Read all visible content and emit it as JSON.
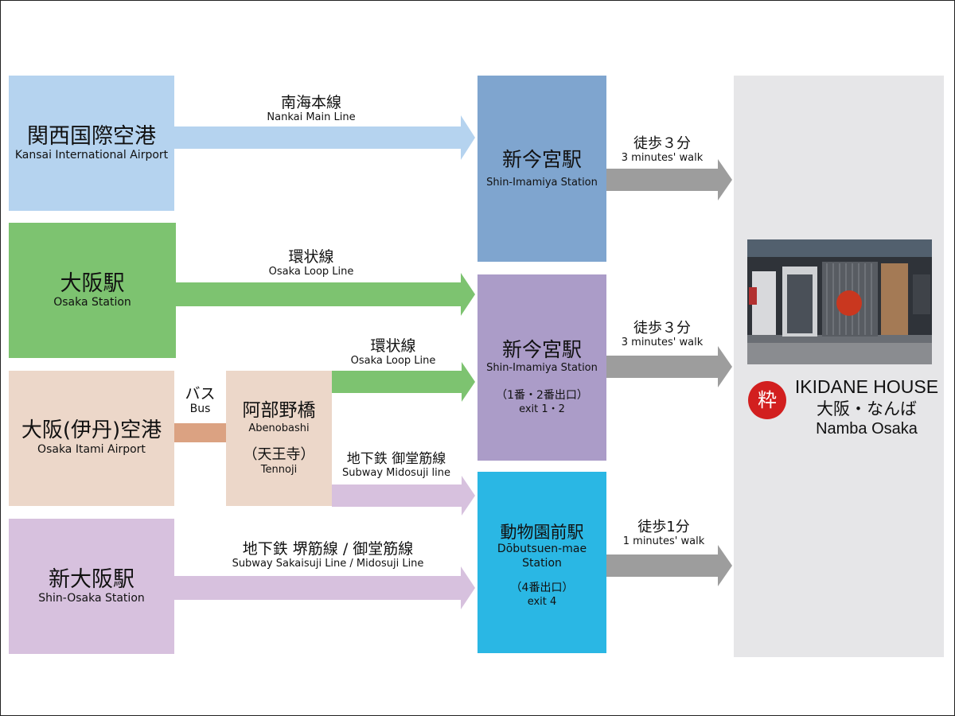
{
  "origins": {
    "kansai": {
      "jp": "関西国際空港",
      "en": "Kansai International Airport"
    },
    "osaka": {
      "jp": "大阪駅",
      "en": "Osaka Station"
    },
    "itami": {
      "jp": "大阪(伊丹)空港",
      "en": "Osaka Itami Airport"
    },
    "shin_osaka": {
      "jp": "新大阪駅",
      "en": "Shin-Osaka Station"
    }
  },
  "abenobashi": {
    "jp": "阿部野橋",
    "en": "Abenobashi",
    "jp2": "（天王寺）",
    "en2": "Tennoji"
  },
  "stations": {
    "shin_imamiya_1": {
      "jp": "新今宮駅",
      "en": "Shin-Imamiya Station"
    },
    "shin_imamiya_2": {
      "jp": "新今宮駅",
      "en": "Shin-Imamiya Station",
      "exit_jp": "（1番・2番出口）",
      "exit_en": "exit 1・2"
    },
    "dobutsuen": {
      "jp": "動物園前駅",
      "en1": "Dōbutsuen-mae",
      "en2": "Station",
      "exit_jp": "（4番出口）",
      "exit_en": "exit 4"
    }
  },
  "routes": {
    "nankai": {
      "jp": "南海本線",
      "en": "Nankai Main Line"
    },
    "loop1": {
      "jp": "環状線",
      "en": "Osaka Loop Line"
    },
    "loop2": {
      "jp": "環状線",
      "en": "Osaka Loop Line"
    },
    "bus": {
      "jp": "バス",
      "en": "Bus"
    },
    "midosuji": {
      "jp": "地下鉄 御堂筋線",
      "en": "Subway  Midosuji line"
    },
    "sakaisuji": {
      "jp": "地下鉄 堺筋線 / 御堂筋線",
      "en": "Subway Sakaisuji Line / Midosuji Line"
    }
  },
  "walks": {
    "w1": {
      "jp": "徒歩３分",
      "en": "3 minutes' walk"
    },
    "w2": {
      "jp": "徒歩３分",
      "en": "3 minutes' walk"
    },
    "w3": {
      "jp": "徒歩1分",
      "en": "1 minutes' walk"
    }
  },
  "destination": {
    "name": "IKIDANE HOUSE",
    "jp": "大阪・なんば",
    "en": "Namba Osaka",
    "logo_char": "粋"
  },
  "colors": {
    "kansai": "#b5d3ef",
    "osaka_green": "#7dc370",
    "itami": "#ecd7c9",
    "bus": "#dba282",
    "shin_osaka": "#d7c1de",
    "station_blue": "#7fa5cf",
    "station_purple": "#ab9cc8",
    "station_cyan": "#2ab7e4",
    "walk_gray": "#9d9d9d",
    "dest_bg": "#e6e6e8",
    "logo_red": "#d21f1f"
  }
}
